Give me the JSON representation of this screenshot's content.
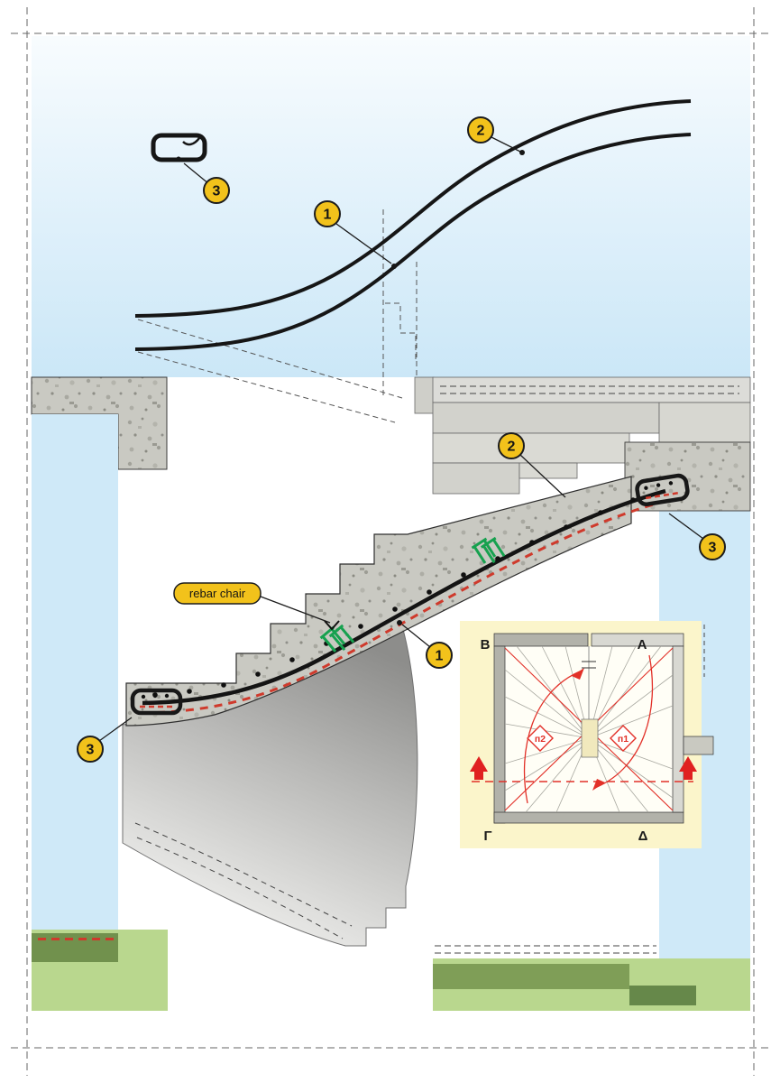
{
  "callouts": {
    "bar1": "1",
    "bar2": "2",
    "stirrup3": "3"
  },
  "annotations": {
    "rebar_chair": "rebar chair"
  },
  "inset_plan": {
    "corners": {
      "top_left": "Β",
      "top_right": "Α",
      "bottom_left": "Γ",
      "bottom_right": "Δ"
    },
    "flights": {
      "left": "п2",
      "right": "п1"
    }
  },
  "colors": {
    "callout_yellow": "#F2C21B",
    "sky_blue_top": "#f8fcfe",
    "sky_blue_bottom": "#cbe7f7",
    "wall_blue": "#cfe9f8",
    "concrete_gray": "#c9c9c2",
    "shell_gray_dark": "#8d8d8b",
    "shell_gray_light": "#f0f0ee",
    "grass_green_light": "#b9d78e",
    "grass_green_dark": "#71914d",
    "rebar_black": "#161616",
    "rebar_red": "#cf3a2c",
    "stirrup_green": "#17a14f",
    "inset_background": "#fbf5cb",
    "inset_red": "#e23028"
  }
}
